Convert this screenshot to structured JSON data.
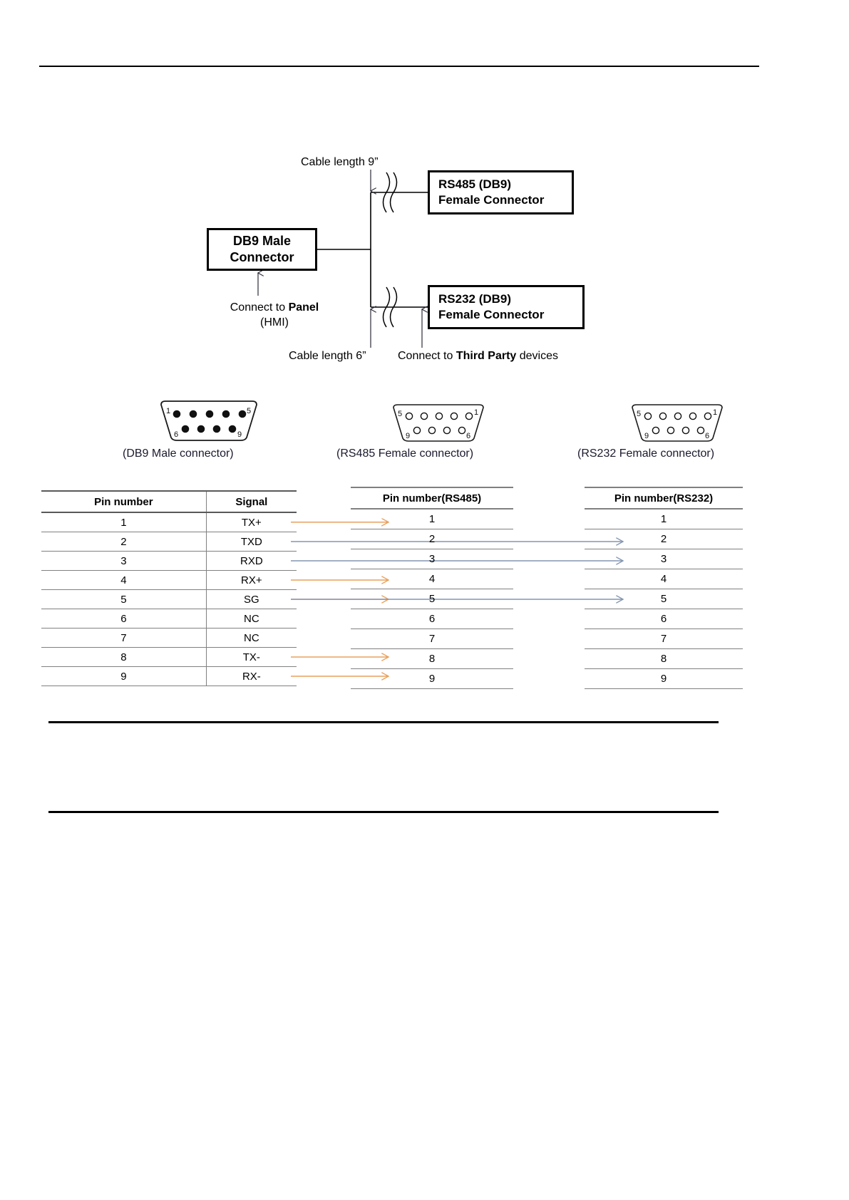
{
  "diagram": {
    "boxes": {
      "db9_male": {
        "line1": "DB9 Male",
        "line2": "Connector"
      },
      "rs485": {
        "line1": "RS485 (DB9)",
        "line2": "Female Connector"
      },
      "rs232": {
        "line1": "RS232 (DB9)",
        "line2": "Female Connector"
      }
    },
    "labels": {
      "cable_length_9": "Cable length 9”",
      "cable_length_6": "Cable length 6”",
      "connect_panel_line1_pre": "Connect to ",
      "connect_panel_line1_bold": "Panel",
      "connect_panel_line2": "(HMI)",
      "connect_third_pre": "Connect to ",
      "connect_third_bold": "Third Party",
      "connect_third_post": " devices"
    }
  },
  "connectors": {
    "male": {
      "caption": "(DB9 Male connector)",
      "corner_labels": [
        "1",
        "5",
        "6",
        "9"
      ],
      "top_pins": [
        "1",
        "2",
        "3",
        "4",
        "5"
      ],
      "bottom_pins": [
        "6",
        "7",
        "8",
        "9"
      ],
      "type": "male-solid-pins"
    },
    "rs485_female": {
      "caption": "(RS485 Female connector)",
      "corner_labels": [
        "5",
        "1",
        "9",
        "6"
      ],
      "type": "female-hollow-sockets"
    },
    "rs232_female": {
      "caption": "(RS232 Female connector)",
      "corner_labels": [
        "5",
        "1",
        "9",
        "6"
      ],
      "type": "female-hollow-sockets"
    }
  },
  "table_main": {
    "headers": [
      "Pin number",
      "Signal"
    ],
    "rows": [
      {
        "pin": "1",
        "signal": "TX+"
      },
      {
        "pin": "2",
        "signal": "TXD"
      },
      {
        "pin": "3",
        "signal": "RXD"
      },
      {
        "pin": "4",
        "signal": "RX+"
      },
      {
        "pin": "5",
        "signal": "SG"
      },
      {
        "pin": "6",
        "signal": "NC"
      },
      {
        "pin": "7",
        "signal": "NC"
      },
      {
        "pin": "8",
        "signal": "TX-"
      },
      {
        "pin": "9",
        "signal": "RX-"
      }
    ]
  },
  "table_rs485": {
    "header": "Pin number(RS485)",
    "rows": [
      "1",
      "2",
      "3",
      "4",
      "5",
      "6",
      "7",
      "8",
      "9"
    ]
  },
  "table_rs232": {
    "header": "Pin number(RS232)",
    "rows": [
      "1",
      "2",
      "3",
      "4",
      "5",
      "6",
      "7",
      "8",
      "9"
    ]
  },
  "mapping": {
    "rs485_color": "#E8A05C",
    "rs232_color": "#8496B0",
    "to_rs485": [
      {
        "from_pin": "1",
        "to_pin": "1"
      },
      {
        "from_pin": "4",
        "to_pin": "4"
      },
      {
        "from_pin": "5",
        "to_pin": "5"
      },
      {
        "from_pin": "8",
        "to_pin": "8"
      },
      {
        "from_pin": "9",
        "to_pin": "9"
      }
    ],
    "to_rs232": [
      {
        "from_pin": "2",
        "to_pin": "2"
      },
      {
        "from_pin": "3",
        "to_pin": "3"
      },
      {
        "from_pin": "5",
        "to_pin": "5"
      }
    ]
  }
}
